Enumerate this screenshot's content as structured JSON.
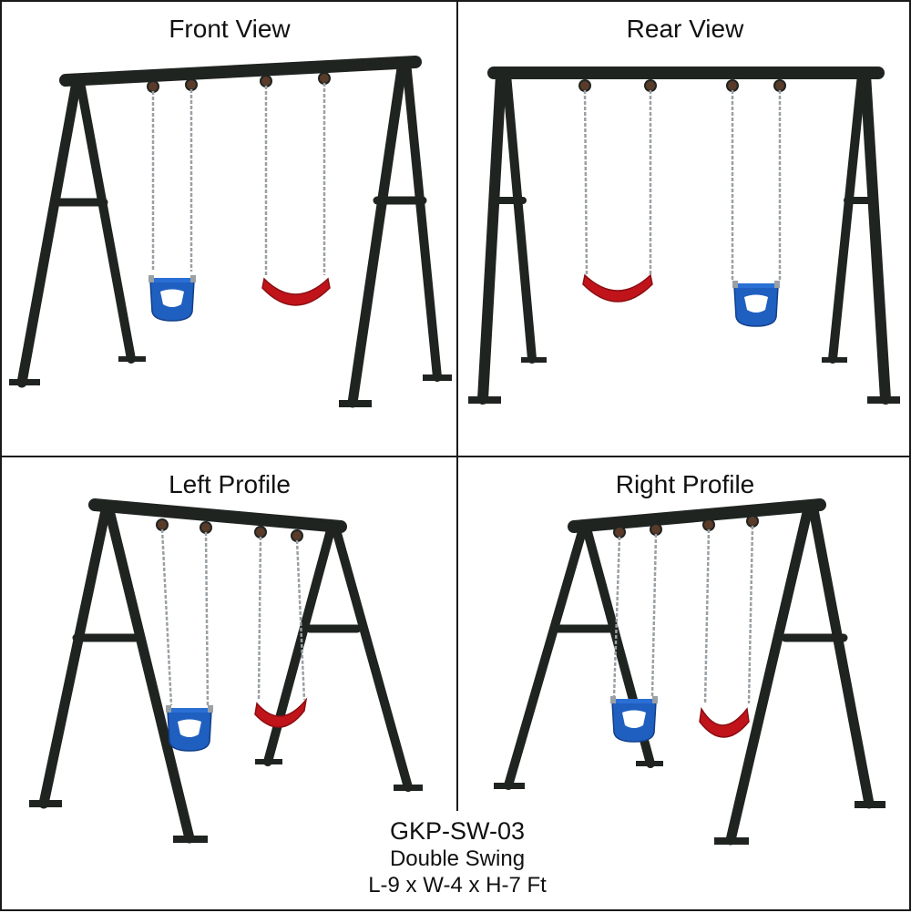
{
  "views": {
    "front": "Front View",
    "rear": "Rear View",
    "left": "Left Profile",
    "right": "Right Profile"
  },
  "product": {
    "model": "GKP-SW-03",
    "name": "Double Swing",
    "dimensions": "L-9 x W-4 x H-7 Ft"
  },
  "colors": {
    "frame": "#1f2421",
    "bucket_seat": "#1f5fc0",
    "belt_seat": "#c0141a",
    "chain": "#9aa0a4",
    "background": "#ffffff",
    "border": "#1a1a1a"
  },
  "icons": [
    "swing-frame-icon",
    "bucket-seat-icon",
    "belt-seat-icon"
  ]
}
